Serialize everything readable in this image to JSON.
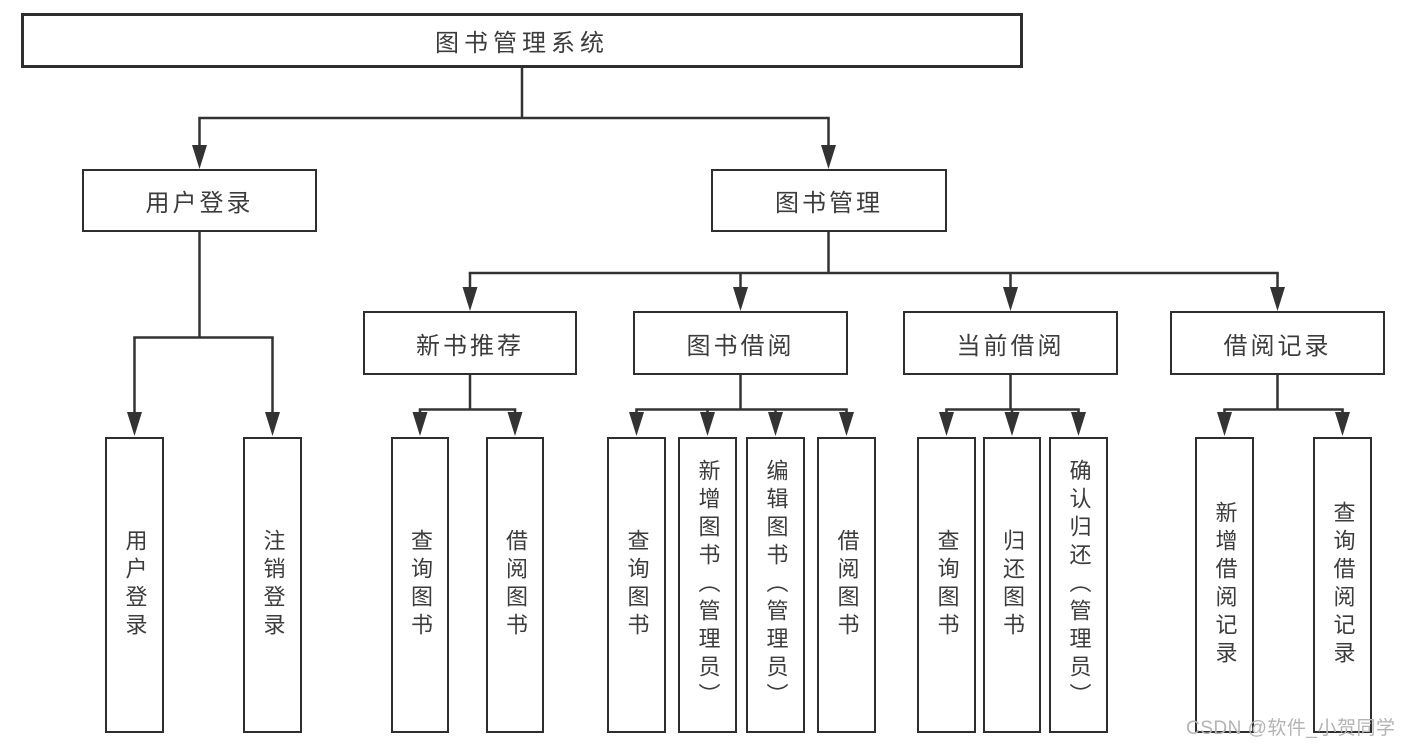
{
  "diagram": {
    "title": "图书管理系统",
    "branches": [
      {
        "label": "用户登录",
        "children": [
          {
            "label": "用户登录"
          },
          {
            "label": "注销登录"
          }
        ]
      },
      {
        "label": "图书管理",
        "children": [
          {
            "label": "新书推荐",
            "children": [
              {
                "label": "查询图书"
              },
              {
                "label": "借阅图书"
              }
            ]
          },
          {
            "label": "图书借阅",
            "children": [
              {
                "label": "查询图书"
              },
              {
                "label": "新增图书（管理员）"
              },
              {
                "label": "编辑图书（管理员）"
              },
              {
                "label": "借阅图书"
              }
            ]
          },
          {
            "label": "当前借阅",
            "children": [
              {
                "label": "查询图书"
              },
              {
                "label": "归还图书"
              },
              {
                "label": "确认归还（管理员）"
              }
            ]
          },
          {
            "label": "借阅记录",
            "children": [
              {
                "label": "新增借阅记录"
              },
              {
                "label": "查询借阅记录"
              }
            ]
          }
        ]
      }
    ]
  },
  "watermark": {
    "text": "CSDN @软件_小贺同学"
  },
  "colors": {
    "background": "#ffffff",
    "line": "#333333",
    "box_border": "#2e2e2e",
    "text": "#3c3c3c",
    "watermark": "#b4b4b4"
  }
}
